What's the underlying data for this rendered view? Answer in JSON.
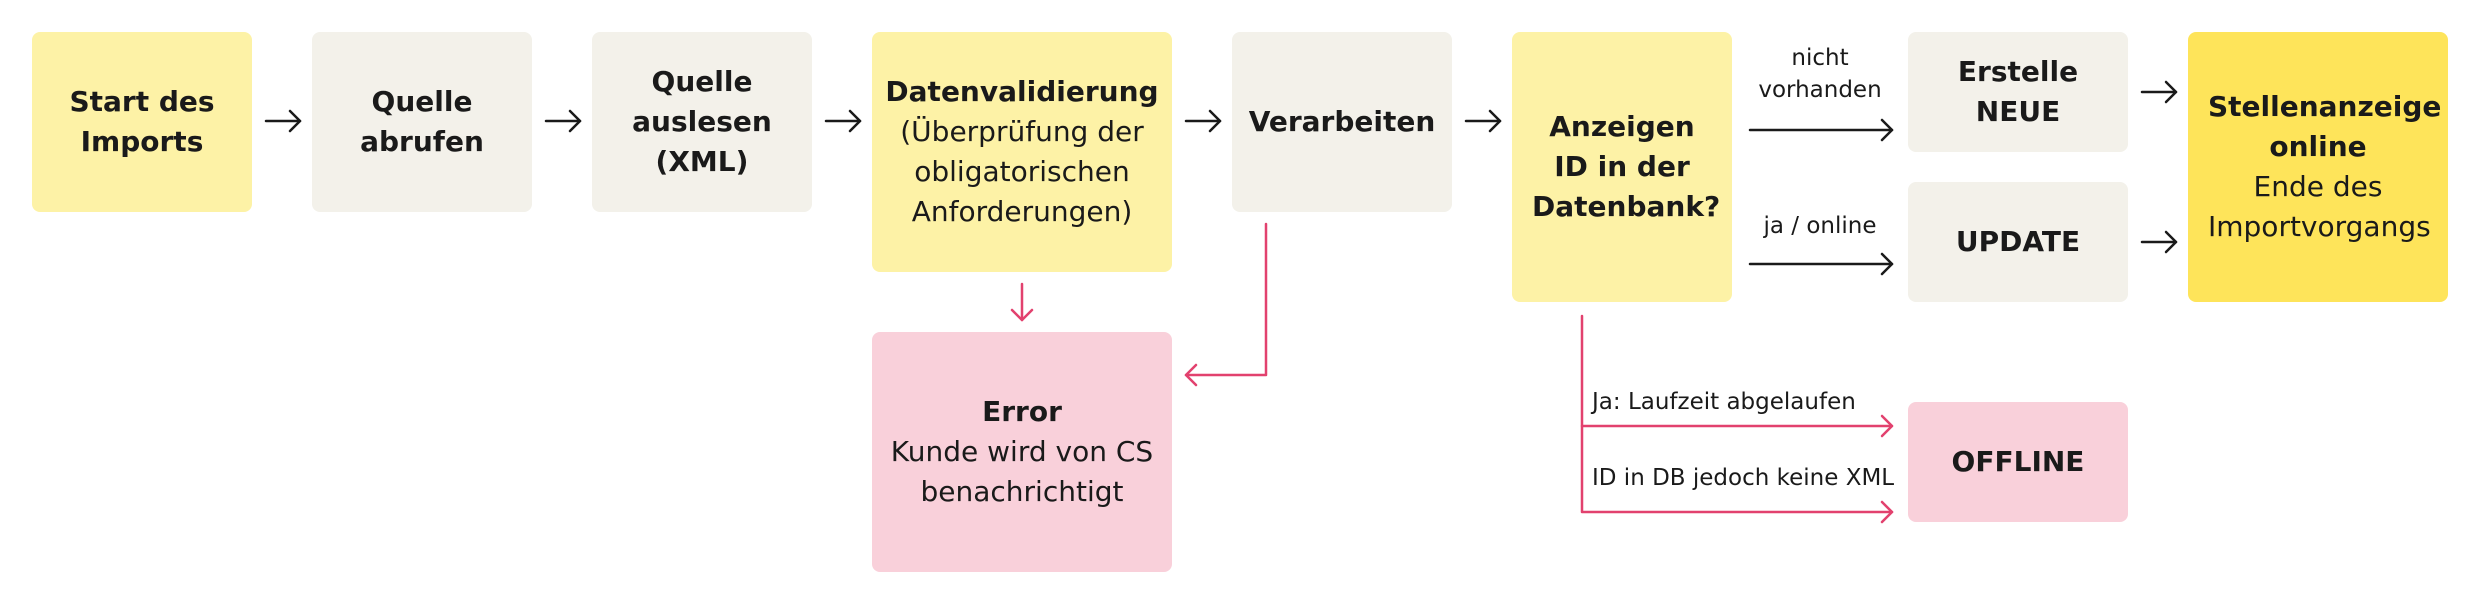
{
  "nodes": {
    "start": "Start des Imports",
    "quelle_abrufen": "Quelle abrufen",
    "quelle_auslesen": "Quelle auslesen (XML)",
    "datenvalidierung_title": "Datenvalidierung",
    "datenvalidierung_sub": "(Überprüfung der obligatorischen Anforderungen)",
    "verarbeiten": "Verarbeiten",
    "anzeigen_id": "Anzeigen ID in der Datenbank?",
    "erstelle_neue": "Erstelle NEUE",
    "update": "UPDATE",
    "stellenanzeige_title": "Stellenanzeige online",
    "stellenanzeige_sub": "Ende des Importvorgangs",
    "error_title": "Error",
    "error_sub": "Kunde wird von CS benachrichtigt",
    "offline": "OFFLINE"
  },
  "edge_labels": {
    "nicht_vorhanden": "nicht vorhanden",
    "ja_online": "ja / online",
    "laufzeit": "Ja: Laufzeit abgelaufen",
    "keine_xml": "ID in DB jedoch keine XML"
  },
  "colors": {
    "yellow": "#fdf2a6",
    "grey": "#f3f1ea",
    "pink": "#f9d0da",
    "gold": "#fee45a",
    "error_line": "#e2416e",
    "black_line": "#1a1a1a"
  }
}
